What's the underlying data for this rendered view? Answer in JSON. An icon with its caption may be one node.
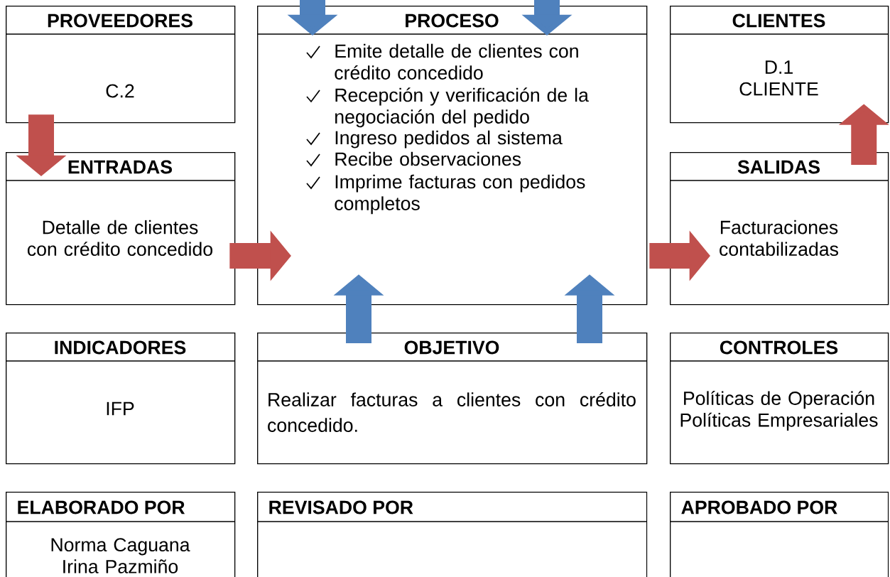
{
  "diagram": {
    "nodes": [
      {
        "text": [
          "PROVEEDORES",
          "C.2"
        ]
      },
      {
        "text": [
          "PROCESO",
          "Emite detalle de clientes con crédito concedido",
          "Recepción y verificación de la negociación del pedido",
          "Ingreso pedidos al sistema",
          "Recibe observaciones",
          "Imprime facturas con pedidos completos"
        ]
      },
      {
        "text": [
          "CLIENTES",
          "D.1",
          "CLIENTE"
        ]
      },
      {
        "text": [
          "ENTRADAS",
          "Detalle de clientes con crédito concedido"
        ]
      },
      {
        "text": [
          "SALIDAS",
          "Facturaciones contabilizadas"
        ]
      },
      {
        "text": [
          "INDICADORES",
          "IFP"
        ]
      },
      {
        "text": [
          "OBJETIVO",
          "Realizar facturas a clientes con crédito concedido."
        ]
      },
      {
        "text": [
          "CONTROLES",
          "Políticas de Operación",
          "Políticas Empresariales"
        ]
      },
      {
        "text": [
          "ELABORADO POR",
          "Norma Caguana",
          "Irina Pazmiño"
        ]
      },
      {
        "text": [
          "REVISADO POR"
        ]
      },
      {
        "text": [
          "APROBADO POR"
        ]
      }
    ],
    "edges": [
      {
        "from": 0,
        "to": 3,
        "arrow": "to",
        "color": "#c0504d"
      },
      {
        "from": 3,
        "to": 1,
        "arrow": "to",
        "color": "#c0504d"
      },
      {
        "from": 1,
        "to": 4,
        "arrow": "to",
        "color": "#c0504d"
      },
      {
        "from": 4,
        "to": 2,
        "arrow": "to",
        "color": "#c0504d"
      },
      {
        "from": 6,
        "to": 1,
        "arrow": "to",
        "color": "#4f81bd"
      },
      {
        "from": 6,
        "to": 1,
        "arrow": "to",
        "color": "#4f81bd"
      },
      {
        "from": null,
        "to": 1,
        "arrow": "to",
        "color": "#4f81bd"
      },
      {
        "from": null,
        "to": 1,
        "arrow": "to",
        "color": "#4f81bd"
      }
    ]
  }
}
